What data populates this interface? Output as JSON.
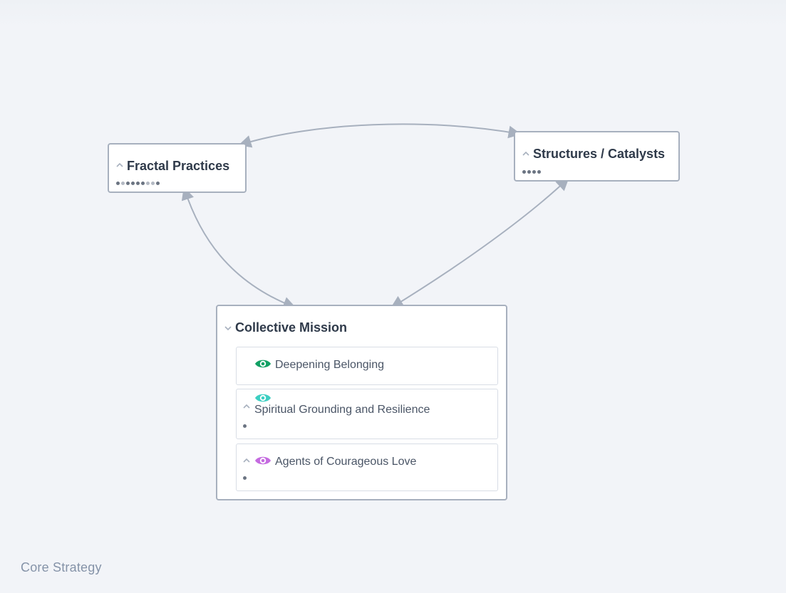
{
  "nodes": {
    "fractal": {
      "title": "Fractal Practices"
    },
    "structures": {
      "title": "Structures / Catalysts"
    },
    "mission": {
      "title": "Collective Mission",
      "children": [
        {
          "label": "Deepening Belonging",
          "eye_color": "#12a064"
        },
        {
          "label": "Spiritual Grounding and Resilience",
          "eye_color": "#3ccfc2"
        },
        {
          "label": "Agents of Courageous Love",
          "eye_color": "#c56be0"
        }
      ]
    }
  },
  "colors": {
    "edge": "#a7b0be",
    "node_border": "#a7b0be",
    "background": "#f2f4f8"
  },
  "icons": {
    "collapse": "chevron-up-icon",
    "expand": "chevron-down-icon",
    "visibility": "eye-icon"
  },
  "footer": {
    "label": "Core Strategy"
  }
}
